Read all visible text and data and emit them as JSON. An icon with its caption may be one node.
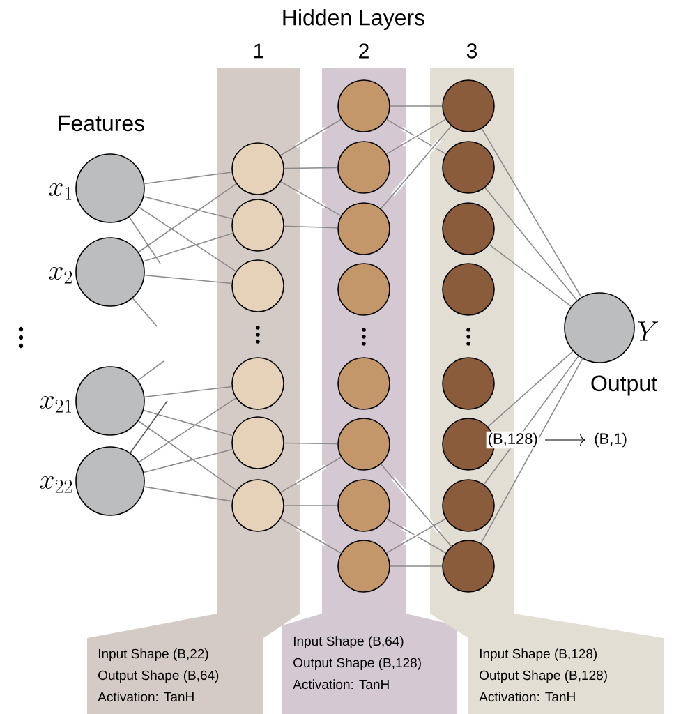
{
  "diagram": {
    "title": "Hidden Layers",
    "nodes": [
      {
        "text": [],
        "shape": "circle",
        "beside": [
          "x_{1}"
        ]
      },
      {
        "text": [],
        "shape": "circle",
        "beside": [
          "x_{2}"
        ]
      },
      {
        "text": [],
        "shape": "circle",
        "beside": [
          "x_{21}"
        ]
      },
      {
        "text": [],
        "shape": "circle",
        "beside": [
          "x_{22}"
        ]
      },
      {
        "text": [
          "1",
          "Input Shape (B,22)",
          "Output Shape (B,64)",
          "Activation: TanH"
        ]
      },
      {
        "text": [],
        "shape": "circle",
        "in": 4
      },
      {
        "text": [],
        "shape": "circle",
        "in": 4
      },
      {
        "text": [],
        "shape": "circle",
        "in": 4
      },
      {
        "text": [],
        "shape": "circle",
        "in": 4
      },
      {
        "text": [],
        "shape": "circle",
        "in": 4
      },
      {
        "text": [],
        "shape": "circle",
        "in": 4
      },
      {
        "text": [
          "2",
          "Input Shape (B,64)",
          "Output Shape (B,128)",
          "Activation: TanH"
        ]
      },
      {
        "text": [],
        "shape": "circle",
        "in": 11
      },
      {
        "text": [],
        "shape": "circle",
        "in": 11
      },
      {
        "text": [],
        "shape": "circle",
        "in": 11
      },
      {
        "text": [],
        "shape": "circle",
        "in": 11
      },
      {
        "text": [],
        "shape": "circle",
        "in": 11
      },
      {
        "text": [],
        "shape": "circle",
        "in": 11
      },
      {
        "text": [],
        "shape": "circle",
        "in": 11
      },
      {
        "text": [],
        "shape": "circle",
        "in": 11
      },
      {
        "text": [
          "3",
          "Input Shape (B,128)",
          "Output Shape (B,128)",
          "Activation: TanH"
        ]
      },
      {
        "text": [],
        "shape": "circle",
        "in": 20
      },
      {
        "text": [],
        "shape": "circle",
        "in": 20
      },
      {
        "text": [],
        "shape": "circle",
        "in": 20
      },
      {
        "text": [],
        "shape": "circle",
        "in": 20
      },
      {
        "text": [],
        "shape": "circle",
        "in": 20
      },
      {
        "text": [],
        "shape": "circle",
        "in": 20
      },
      {
        "text": [],
        "shape": "circle",
        "in": 20
      },
      {
        "text": [],
        "shape": "circle",
        "in": 20
      },
      {
        "text": [],
        "shape": "circle",
        "beside": [
          "Y",
          "Output"
        ]
      }
    ],
    "edges": [
      {
        "from": 0,
        "to": 5,
        "arrow": "none"
      },
      {
        "from": 0,
        "to": 6,
        "arrow": "none"
      },
      {
        "from": 0,
        "to": 7,
        "arrow": "none"
      },
      {
        "from": 0,
        "to": null,
        "arrow": "none"
      },
      {
        "from": 1,
        "to": 5,
        "arrow": "none"
      },
      {
        "from": 1,
        "to": 6,
        "arrow": "none"
      },
      {
        "from": 1,
        "to": 7,
        "arrow": "none"
      },
      {
        "from": 1,
        "to": null,
        "arrow": "none"
      },
      {
        "from": 2,
        "to": 8,
        "arrow": "none"
      },
      {
        "from": 2,
        "to": 9,
        "arrow": "none"
      },
      {
        "from": 2,
        "to": 10,
        "arrow": "none"
      },
      {
        "from": 2,
        "to": null,
        "arrow": "none"
      },
      {
        "from": 3,
        "to": 8,
        "arrow": "none"
      },
      {
        "from": 3,
        "to": 9,
        "arrow": "none"
      },
      {
        "from": 3,
        "to": 10,
        "arrow": "none"
      },
      {
        "from": 3,
        "to": null,
        "arrow": "none",
        "color": "#555555"
      },
      {
        "from": 5,
        "to": 12,
        "arrow": "none"
      },
      {
        "from": 5,
        "to": 13,
        "arrow": "none"
      },
      {
        "from": 5,
        "to": 14,
        "arrow": "none"
      },
      {
        "from": 6,
        "to": 14,
        "arrow": "none"
      },
      {
        "from": 9,
        "to": 17,
        "arrow": "none"
      },
      {
        "from": 10,
        "to": 17,
        "arrow": "none"
      },
      {
        "from": 10,
        "to": 18,
        "arrow": "none"
      },
      {
        "from": 10,
        "to": 19,
        "arrow": "none"
      },
      {
        "from": 12,
        "to": 21,
        "arrow": "none"
      },
      {
        "from": 12,
        "to": 22,
        "arrow": "none"
      },
      {
        "from": 13,
        "to": 21,
        "arrow": "none"
      },
      {
        "from": 14,
        "to": 21,
        "arrow": "none"
      },
      {
        "from": 17,
        "to": 28,
        "arrow": "none"
      },
      {
        "from": 18,
        "to": 28,
        "arrow": "none"
      },
      {
        "from": 19,
        "to": 27,
        "arrow": "none"
      },
      {
        "from": 19,
        "to": 28,
        "arrow": "none"
      },
      {
        "from": 21,
        "to": 29,
        "arrow": "none"
      },
      {
        "from": 22,
        "to": 29,
        "arrow": "none"
      },
      {
        "from": 23,
        "to": 29,
        "arrow": "none"
      },
      {
        "from": 26,
        "to": 29,
        "arrow": "none"
      },
      {
        "from": 27,
        "to": 29,
        "arrow": "none"
      },
      {
        "from": 28,
        "to": 29,
        "arrow": "none"
      }
    ],
    "labels": [
      "Features",
      "(B,128)",
      "(B,1)"
    ]
  }
}
